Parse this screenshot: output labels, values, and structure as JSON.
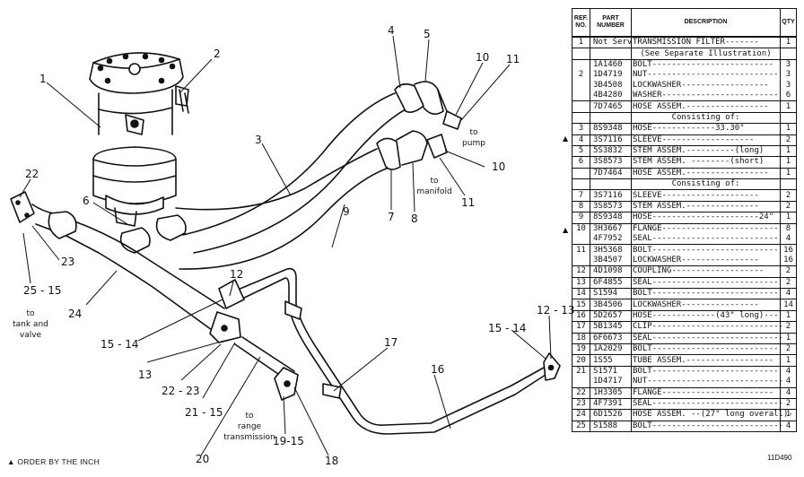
{
  "diagram": {
    "callouts": [
      "1",
      "2",
      "3",
      "4",
      "5",
      "6",
      "7",
      "8",
      "9",
      "10",
      "11",
      "10",
      "11",
      "12",
      "13",
      "22",
      "23",
      "24",
      "25 - 15",
      "15 - 14",
      "22 - 23",
      "21 - 15",
      "20",
      "19-15",
      "18",
      "17",
      "16",
      "15 - 14",
      "12 - 13"
    ],
    "notes": {
      "to_pump": "to pump",
      "to_manifold": "to manifold",
      "to_tank_and_valve": "to tank and valve",
      "to_range_transmission": "to range transmission"
    }
  },
  "table": {
    "headers": {
      "ref": "REF. NO.",
      "part": "PART NUMBER",
      "description": "DESCRIPTION",
      "qty": "QTY"
    },
    "rows": [
      {
        "ref": "1",
        "part": "Not Serv",
        "desc": "TRANSMISSION FILTER-------",
        "qty": "1"
      },
      {
        "ref": "",
        "part": "",
        "desc": "(See Separate Illustration)",
        "qty": ""
      },
      {
        "ref": "",
        "part": "1A1460",
        "desc": "BOLT-------------------------",
        "qty": "3"
      },
      {
        "ref": "2",
        "part": "1D4719",
        "desc": "NUT---------------------------",
        "qty": "3"
      },
      {
        "ref": "",
        "part": "3B4508",
        "desc": "LOCKWASHER------------------",
        "qty": "3"
      },
      {
        "ref": "",
        "part": "4B4280",
        "desc": "WASHER------------------------",
        "qty": "6"
      },
      {
        "ref": "",
        "part": "7D7465",
        "desc": "HOSE ASSEM.-----------------",
        "qty": "1"
      },
      {
        "ref": "",
        "part": "",
        "desc": "Consisting of:",
        "qty": ""
      },
      {
        "ref": "3",
        "part": "8S9348",
        "desc": "HOSE-------------33.30\"",
        "qty": "1"
      },
      {
        "ref": "4",
        "part": "3S7116",
        "desc": "SLEEVE-------------------",
        "qty": "2"
      },
      {
        "ref": "5",
        "part": "5S3832",
        "desc": "STEM ASSEM.----------(long)",
        "qty": "1"
      },
      {
        "ref": "6",
        "part": "3S8573",
        "desc": "STEM ASSEM. --------(short)",
        "qty": "1"
      },
      {
        "ref": "",
        "part": "7D7464",
        "desc": "HOSE ASSEM.-----------------",
        "qty": "1"
      },
      {
        "ref": "",
        "part": "",
        "desc": "Consisting of:",
        "qty": ""
      },
      {
        "ref": "7",
        "part": "3S7116",
        "desc": "SLEEVE--------------------",
        "qty": "2"
      },
      {
        "ref": "8",
        "part": "3S8573",
        "desc": "STEM ASSEM.---------------",
        "qty": "2"
      },
      {
        "ref": "9",
        "part": "8S9348",
        "desc": "HOSE----------------------24\"",
        "qty": "1"
      },
      {
        "ref": "10",
        "part": "3H3667",
        "desc": "FLANGE------------------------",
        "qty": "8"
      },
      {
        "ref": "",
        "part": "4F7952",
        "desc": "SEAL--------------------------",
        "qty": "4"
      },
      {
        "ref": "11",
        "part": "3H5368",
        "desc": "BOLT--------------------------",
        "qty": "16"
      },
      {
        "ref": "",
        "part": "3B4507",
        "desc": "LOCKWASHER----------------",
        "qty": "16"
      },
      {
        "ref": "12",
        "part": "4D1098",
        "desc": "COUPLING-------------------",
        "qty": "2"
      },
      {
        "ref": "13",
        "part": "6F4855",
        "desc": "SEAL--------------------------",
        "qty": "2"
      },
      {
        "ref": "14",
        "part": "S1594",
        "desc": "BOLT--------------------------",
        "qty": "4"
      },
      {
        "ref": "15",
        "part": "3B4506",
        "desc": "LOCKWASHER----------------",
        "qty": "14"
      },
      {
        "ref": "16",
        "part": "5D2657",
        "desc": "HOSE-------------(43\" long)---",
        "qty": "1"
      },
      {
        "ref": "17",
        "part": "5B1345",
        "desc": "CLIP---------------------------",
        "qty": "2"
      },
      {
        "ref": "18",
        "part": "6F6673",
        "desc": "SEAL---------------------------",
        "qty": "1"
      },
      {
        "ref": "19",
        "part": "1A2029",
        "desc": "BOLT--------------------------",
        "qty": "2"
      },
      {
        "ref": "20",
        "part": "1S55",
        "desc": "TUBE ASSEM.------------------",
        "qty": "1"
      },
      {
        "ref": "21",
        "part": "S1571",
        "desc": "BOLT--------------------------",
        "qty": "4"
      },
      {
        "ref": "",
        "part": "1D4717",
        "desc": "NUT----------------------------",
        "qty": "4"
      },
      {
        "ref": "22",
        "part": "1H3305",
        "desc": "FLANGE-----------------------",
        "qty": "4"
      },
      {
        "ref": "23",
        "part": "4F7391",
        "desc": "SEAL---------------------------",
        "qty": "2"
      },
      {
        "ref": "24",
        "part": "6D1526",
        "desc": "HOSE ASSEM. --(27\" long overall)-",
        "qty": "1"
      },
      {
        "ref": "25",
        "part": "S1588",
        "desc": "BOLT---------------------------",
        "qty": "4"
      }
    ],
    "markers": [
      "▲",
      "▲"
    ]
  },
  "footer_note": "▲ ORDER BY THE INCH",
  "drawing_number": "11D490"
}
